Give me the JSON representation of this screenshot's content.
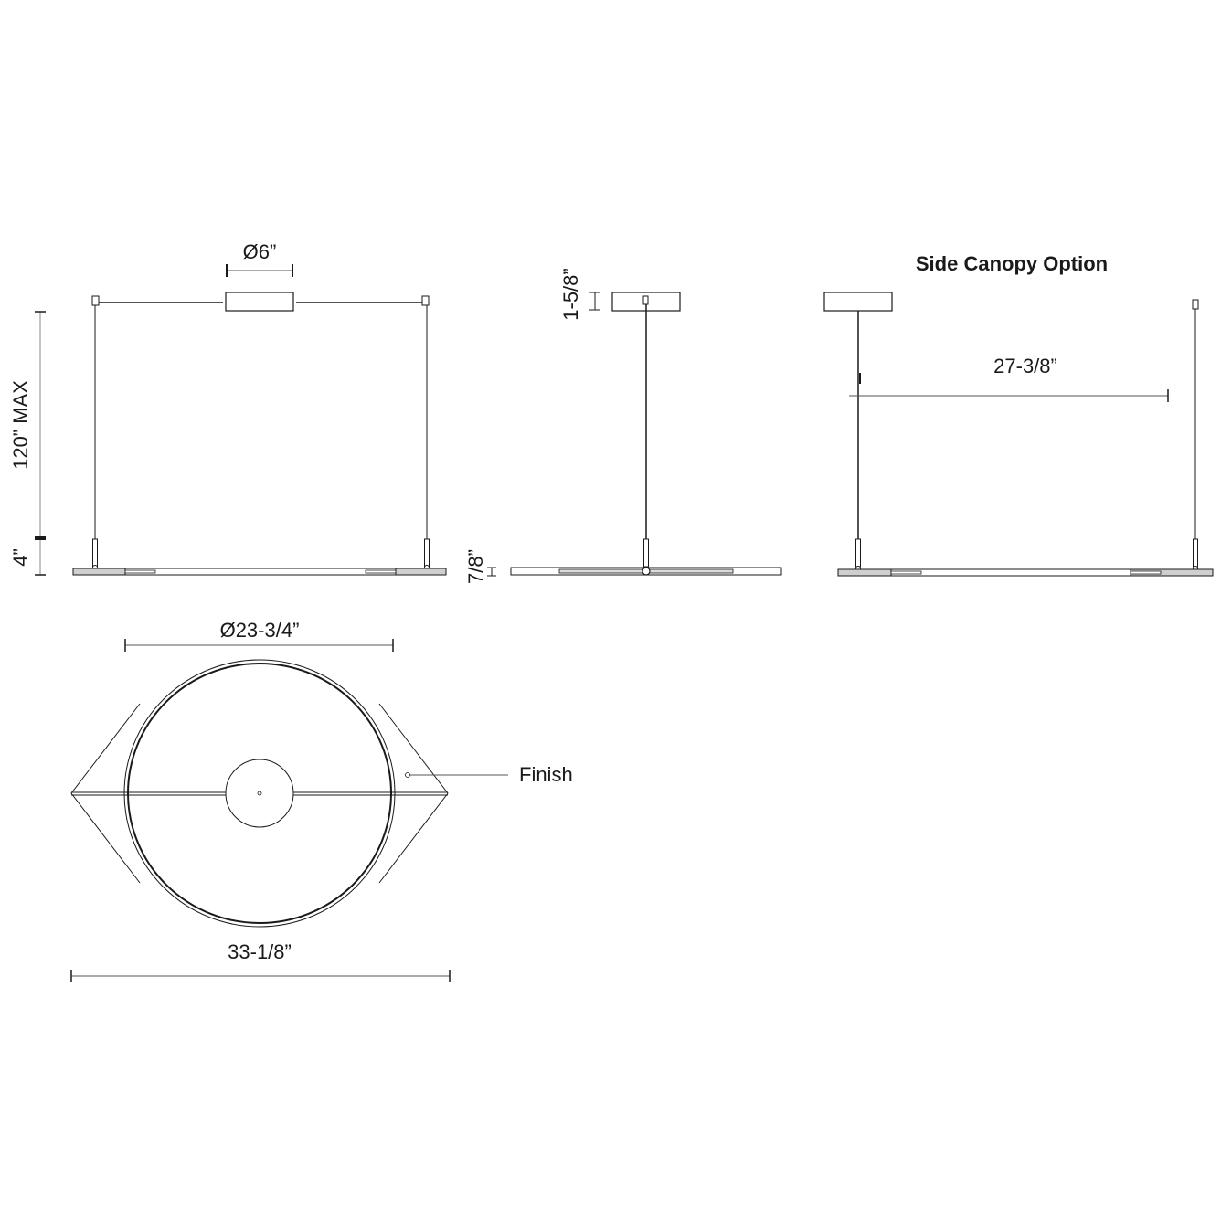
{
  "title": "Side Canopy Option",
  "front_view": {
    "canopy_diameter": "Ø6”",
    "max_height": "120” MAX",
    "bar_height": "4”"
  },
  "side_view": {
    "canopy_height": "1-5/8”",
    "bar_thickness": "7/8”"
  },
  "side_canopy_view": {
    "heading": "Side Canopy Option",
    "offset": "27-3/8”"
  },
  "top_view": {
    "ring_diameter": "Ø23-3/4”",
    "overall_width": "33-1/8”",
    "finish_callout": "Finish"
  },
  "colors": {
    "line": "#1a1a1a",
    "dim_line": "#555555",
    "bar_fill": "#cfcfcf"
  }
}
